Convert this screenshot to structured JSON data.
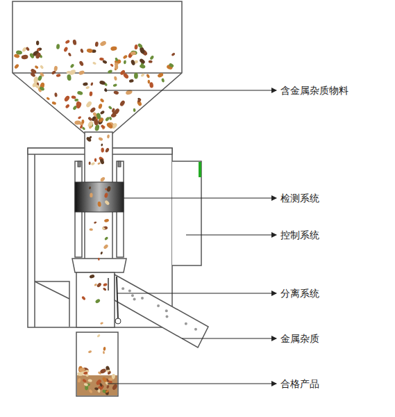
{
  "diagram": {
    "labels": [
      "含金属杂质物料",
      "检测系统",
      "控制系统",
      "分离系统",
      "金属杂质",
      "合格产品"
    ]
  }
}
